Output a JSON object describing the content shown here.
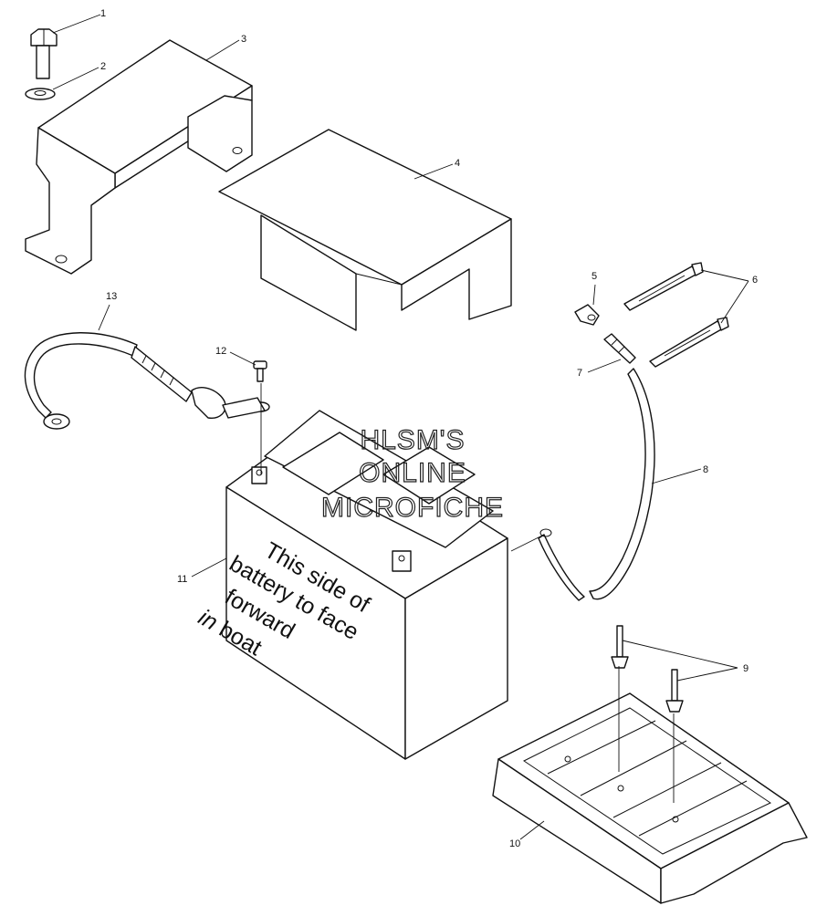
{
  "callouts": [
    {
      "id": "1",
      "label": "1"
    },
    {
      "id": "2",
      "label": "2"
    },
    {
      "id": "3",
      "label": "3"
    },
    {
      "id": "4",
      "label": "4"
    },
    {
      "id": "5",
      "label": "5"
    },
    {
      "id": "6",
      "label": "6"
    },
    {
      "id": "7",
      "label": "7"
    },
    {
      "id": "8",
      "label": "8"
    },
    {
      "id": "9",
      "label": "9"
    },
    {
      "id": "10",
      "label": "10"
    },
    {
      "id": "11",
      "label": "11"
    },
    {
      "id": "12",
      "label": "12"
    },
    {
      "id": "13",
      "label": "13"
    }
  ],
  "battery_label": {
    "line1": "This side of",
    "line2": "battery to face",
    "line3": "forward",
    "line4_italic": "in",
    "line4_rest": " boat"
  },
  "watermark": {
    "line1": "HLSM'S",
    "line2": "ONLINE",
    "line3": "MICROFICHE"
  }
}
